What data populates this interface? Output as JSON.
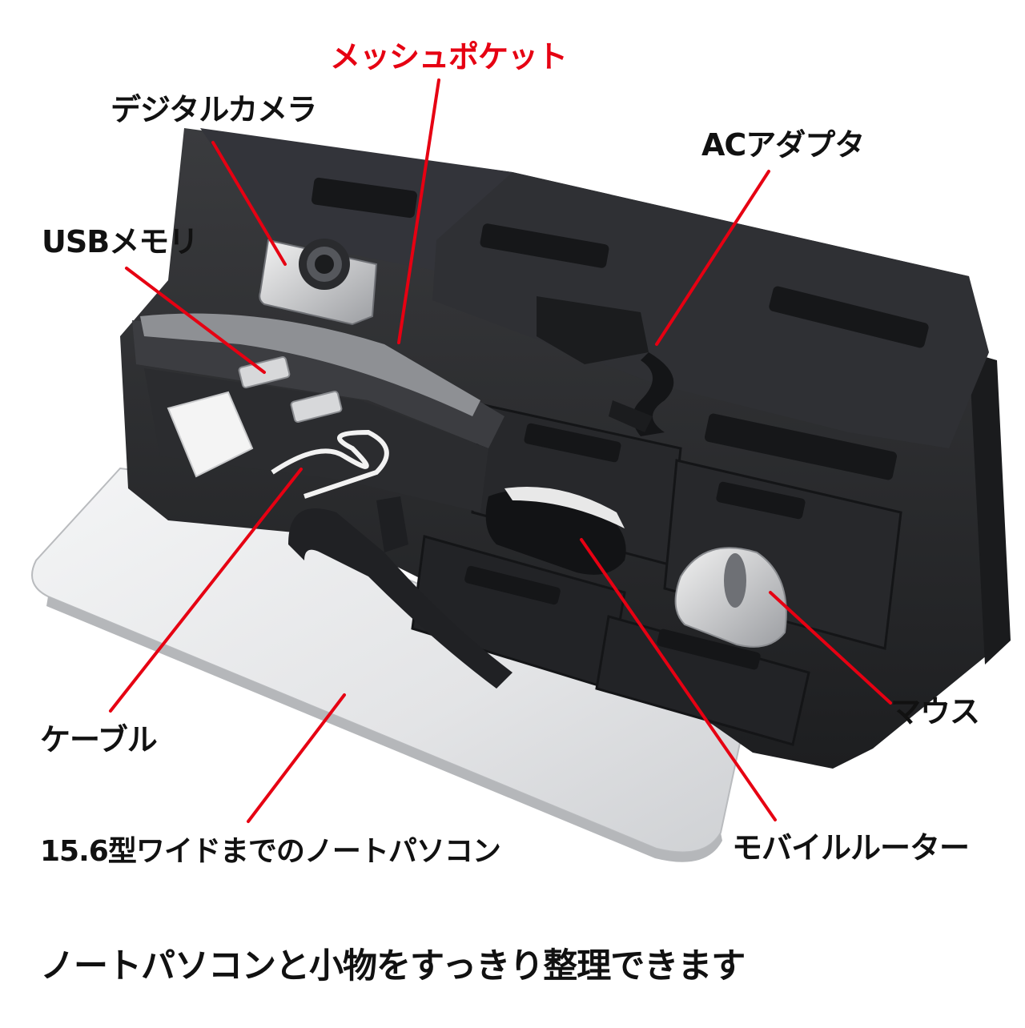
{
  "labels": {
    "mesh_pocket": "メッシュポケット",
    "digital_camera": "デジタルカメラ",
    "ac_adapter": "ACアダプタ",
    "usb_memory": "USBメモリ",
    "mouse": "マウス",
    "cable": "ケーブル",
    "laptop": "15.6型ワイドまでのノートパソコン",
    "mobile_router": "モバイルルーター"
  },
  "caption": "ノートパソコンと小物をすっきり整理できます",
  "colors": {
    "accent": "#e60012",
    "text": "#111111",
    "bag": "#2a2b2d",
    "laptop": "#e6e7e9"
  }
}
